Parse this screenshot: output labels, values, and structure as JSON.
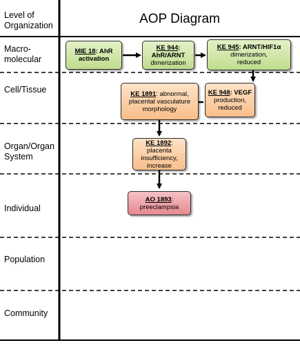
{
  "header": {
    "col1_line1": "Level of",
    "col1_line2": "Organization",
    "title": "AOP Diagram"
  },
  "levels": [
    {
      "line1": "Macro-",
      "line2": "molecular"
    },
    {
      "line1": "Cell/Tissue",
      "line2": ""
    },
    {
      "line1": "Organ/Organ",
      "line2": "System"
    },
    {
      "line1": "Individual",
      "line2": ""
    },
    {
      "line1": "Population",
      "line2": ""
    },
    {
      "line1": "Community",
      "line2": ""
    }
  ],
  "nodes": {
    "mie18": {
      "id": "MIE 18",
      "text1": ": AhR",
      "text2": "activation",
      "color": "#c7e09a"
    },
    "ke944": {
      "id": "KE 944",
      "text1": ":",
      "text2": "AhR/ARNT",
      "text3": "dimerization",
      "color": "#c7e09a"
    },
    "ke945": {
      "id": "KE 945",
      "text1": ": ARNT/HIF1α",
      "text2": "dimerization,",
      "text3": "reduced",
      "color": "#c7e09a"
    },
    "ke948": {
      "id": "KE 948",
      "text1": ": VEGF",
      "text2": "production,",
      "text3": "reduced",
      "color": "#f9c596"
    },
    "ke1891": {
      "id": "KE 1891",
      "text1": ": abnormal,",
      "text2": "placental vasculature",
      "text3": "morphology",
      "color": "#f9c596"
    },
    "ke1892": {
      "id": "KE 1892",
      "text1": ": placenta",
      "text2": "insufficiency,",
      "text3": "increase",
      "color": "#f9c596"
    },
    "ao1893": {
      "id": "AO 1893",
      "text1": ":",
      "text2": "preeclampsia",
      "color": "#e8959b"
    }
  }
}
